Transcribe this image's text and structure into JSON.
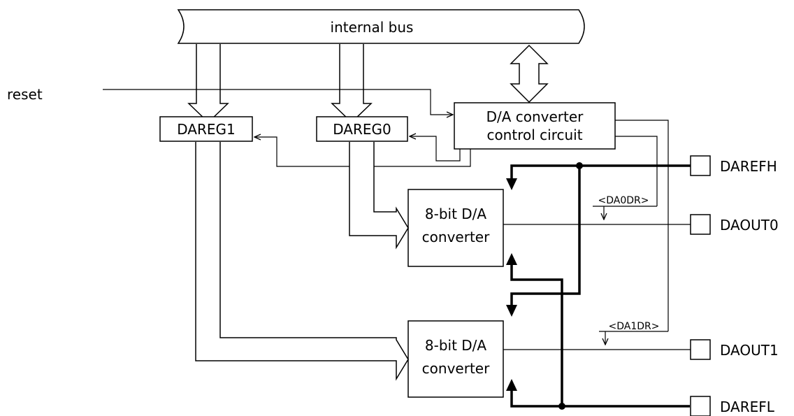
{
  "bus": {
    "label": "internal bus"
  },
  "signals": {
    "reset": "reset"
  },
  "registers": {
    "dareg1": "DAREG1",
    "dareg0": "DAREG0"
  },
  "control": {
    "line1": "D/A converter",
    "line2": "control circuit"
  },
  "converters": {
    "c0": {
      "line1": "8-bit D/A",
      "line2": "converter"
    },
    "c1": {
      "line1": "8-bit D/A",
      "line2": "converter"
    }
  },
  "pins": {
    "darefh": "DAREFH",
    "daout0": "DAOUT0",
    "daout1": "DAOUT1",
    "darefl": "DAREFL"
  },
  "control_signals": {
    "da0dr": "<DA0DR>",
    "da1dr": "<DA1DR>"
  }
}
